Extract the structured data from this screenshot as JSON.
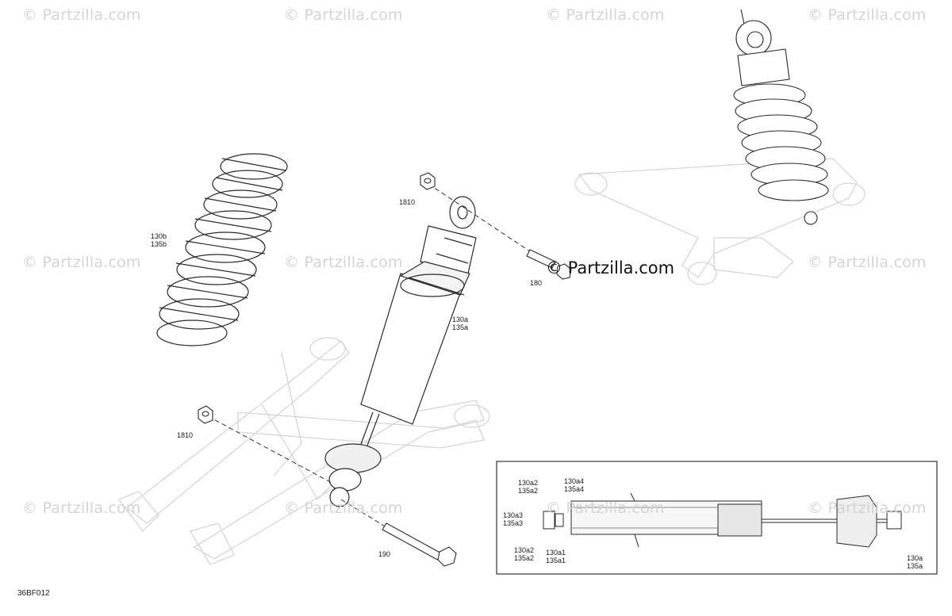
{
  "watermark": {
    "text": "© Partzilla.com"
  },
  "brand_watermark": "© Partzilla.com",
  "diagram_code": "36BF012",
  "callouts": {
    "spring": [
      "130b",
      "135b"
    ],
    "top_nut": "1810",
    "upper_bolt": "180",
    "shock": [
      "130a",
      "135a"
    ],
    "lower_nut": "1810",
    "lower_bolt": "190"
  },
  "inset": {
    "c_top_left": [
      "130a2",
      "135a2"
    ],
    "c_top_mid": [
      "130a4",
      "135a4"
    ],
    "c_mid_left": [
      "130a3",
      "135a3"
    ],
    "c_bot_left": [
      "130a2",
      "135a2"
    ],
    "c_bot_mid": [
      "130a1",
      "135a1"
    ],
    "c_bot_right": [
      "130a",
      "135a"
    ]
  }
}
